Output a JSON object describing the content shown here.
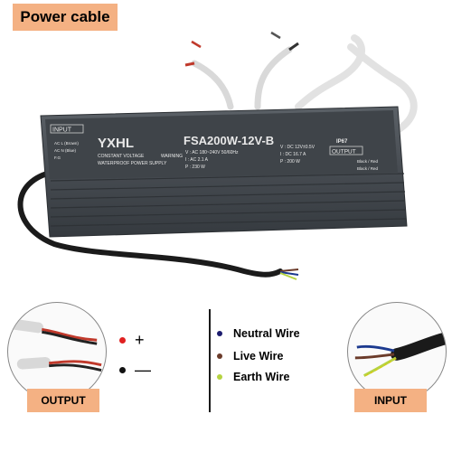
{
  "title": "Power cable",
  "product": {
    "brand": "YXHL",
    "model": "FSA200W-12V-B",
    "input_tag": "INPUT",
    "output_tag": "OUTPUT",
    "constant_voltage": "CONSTANT VOLTAGE",
    "waterproof": "WATERPROOF POWER SUPPLY",
    "warning": "WARNING",
    "rating_ip": "IP67",
    "in_v": "V : AC 180~240V 50/60Hz",
    "in_i": "I : AC 2.1 A",
    "in_p": "P : 230 W",
    "out_v": "V : DC 12V±0.5V",
    "out_i": "I : DC 16.7 A",
    "out_p": "P : 200 W",
    "left_wire_1": "AC L (Brown)",
    "left_wire_2": "AC N (Blue)",
    "left_wire_3": "F.G",
    "right_wire_1": "Black / Red",
    "right_wire_2": "Black / Red"
  },
  "polarity": {
    "plus": "+",
    "minus": "—"
  },
  "legend": {
    "neutral": "Neutral Wire",
    "live": "Live Wire",
    "earth": "Earth Wire"
  },
  "labels": {
    "output": "OUTPUT",
    "input": "INPUT"
  },
  "colors": {
    "badge": "#f4b183",
    "housing": "#4a4f55",
    "neutral_dot": "#1c1c6e",
    "live_dot": "#6b3b2a",
    "earth_dot": "#b6d341",
    "plus_dot": "#e02020",
    "minus_dot": "#111111"
  }
}
